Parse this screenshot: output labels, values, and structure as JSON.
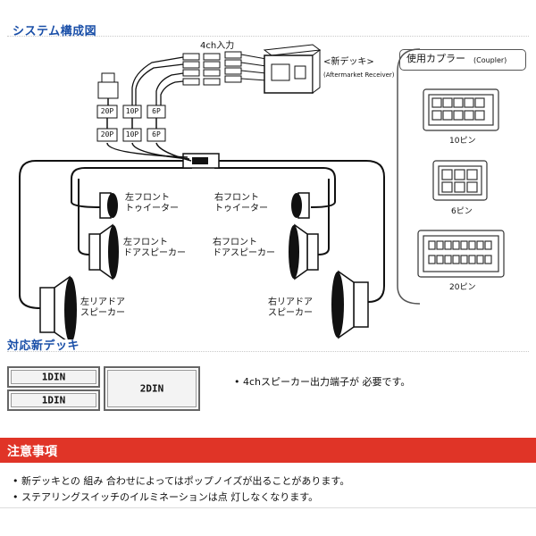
{
  "sections": {
    "system_title": "システム構成図",
    "deck_title": "対応新デッキ",
    "notes_title": "注意事項"
  },
  "diagram": {
    "input_label": "4ch入力",
    "new_deck_label": "<新デッキ>",
    "new_deck_sub": "(Aftermarket Receiver)",
    "coupler_title": "使用カプラー",
    "coupler_sub": "(Coupler)",
    "coupler_pins": [
      "10ピン",
      "6ピン",
      "20ピン"
    ],
    "connector_tags_top": [
      "20P",
      "10P",
      "6P"
    ],
    "connector_tags_bottom": [
      "20P",
      "10P",
      "6P"
    ],
    "speakers": {
      "front_left_tweeter": [
        "左フロント",
        "トゥイーター"
      ],
      "front_right_tweeter": [
        "右フロント",
        "トゥイーター"
      ],
      "front_left_door": [
        "左フロント",
        "ドアスピーカー"
      ],
      "front_right_door": [
        "右フロント",
        "ドアスピーカー"
      ],
      "rear_left_door": [
        "左リアドア",
        "スピーカー"
      ],
      "rear_right_door": [
        "右リアドア",
        "スピーカー"
      ]
    }
  },
  "decks": {
    "din1_a": "1DIN",
    "din1_b": "1DIN",
    "din2": "2DIN",
    "requirement": "• 4chスピーカー出力端子が 必要です。"
  },
  "notes": [
    "• 新デッキとの 組み 合わせによってはポップノイズが出ることがあります。",
    "• ステアリングスイッチのイルミネーションは点 灯しなくなります。"
  ]
}
